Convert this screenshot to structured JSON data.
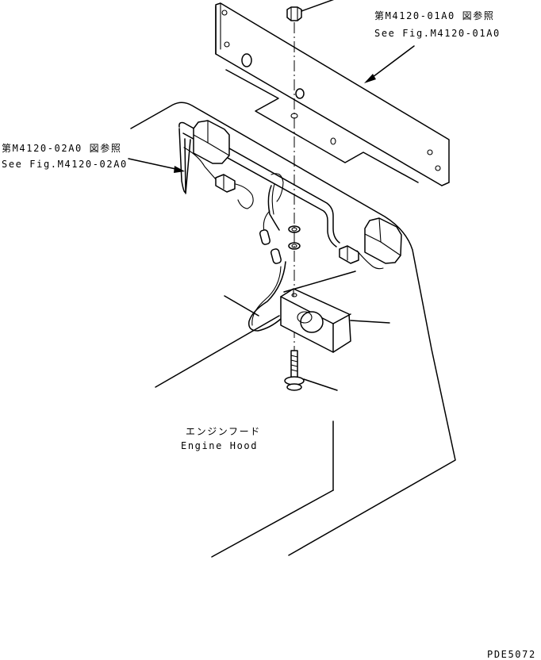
{
  "labels": {
    "ref_top_ja": "第M4120-01A0 図参照",
    "ref_top_en": "See Fig.M4120-01A0",
    "ref_left_ja": "第M4120-02A0 図参照",
    "ref_left_en": "See Fig.M4120-02A0",
    "hood_ja": "エンジンフード",
    "hood_en": "Engine Hood",
    "drawing_code": "PDE5072"
  }
}
